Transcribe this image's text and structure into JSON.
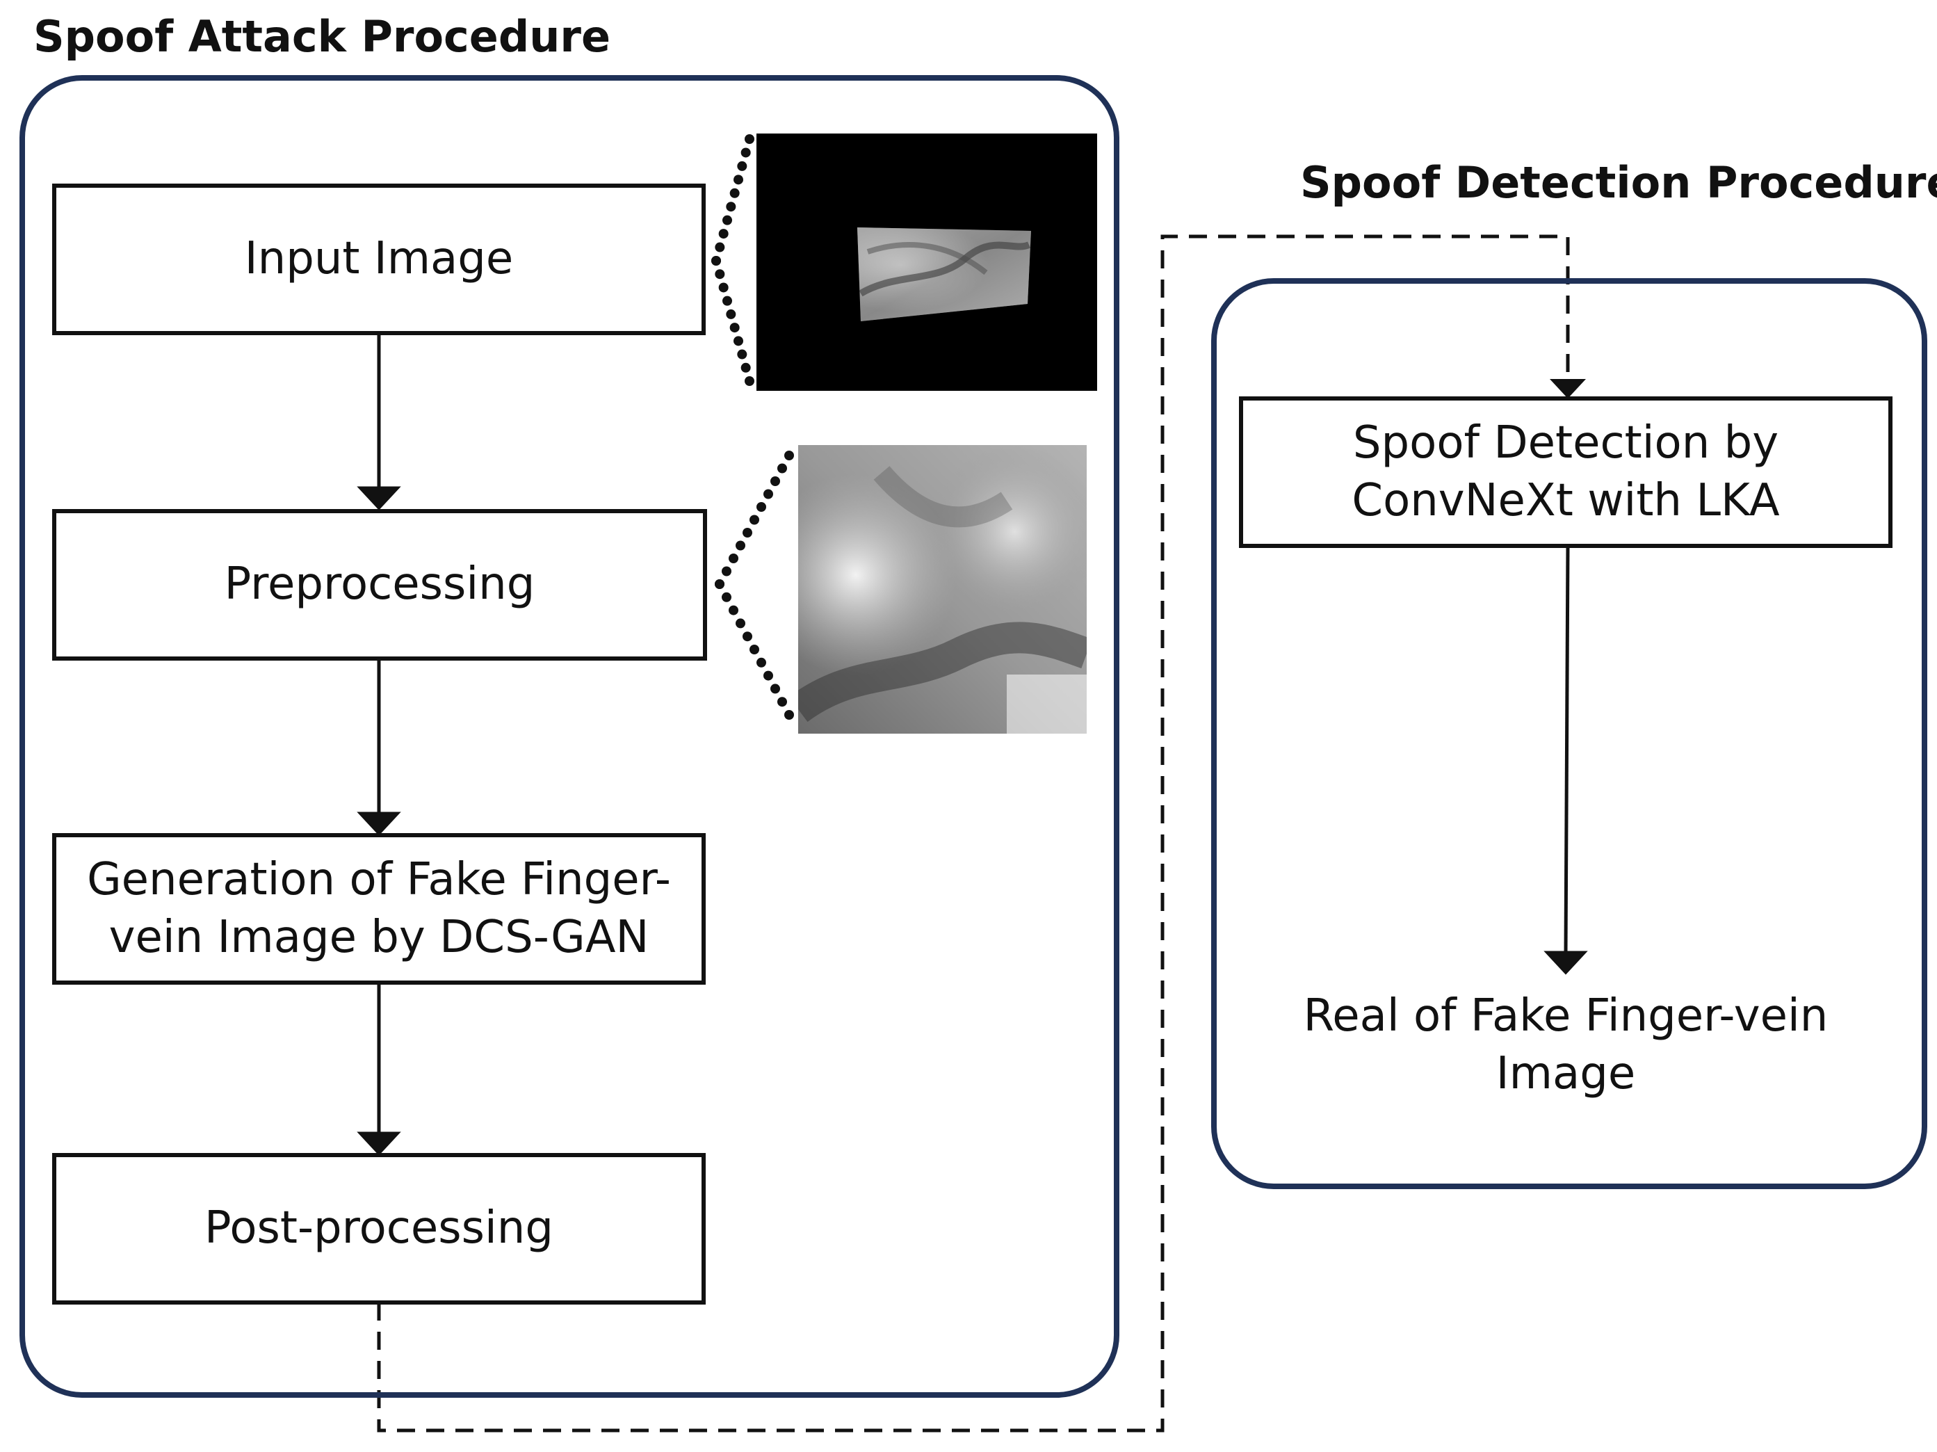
{
  "attack": {
    "title": "Spoof Attack Procedure",
    "steps": [
      {
        "label": "Input Image"
      },
      {
        "label": "Preprocessing"
      },
      {
        "label": "Generation of Fake Finger-\nvein Image by DCS-GAN"
      },
      {
        "label": "Post-processing"
      }
    ]
  },
  "detection": {
    "title": "Spoof Detection Procedure",
    "step": {
      "label": "Spoof Detection by\nConvNeXt with LKA"
    },
    "result": {
      "label": "Real of Fake Finger-vein\nImage"
    }
  },
  "colors": {
    "panel_border": "#1f3157",
    "box_border": "#111111",
    "thumbnail_background": "#000000"
  }
}
